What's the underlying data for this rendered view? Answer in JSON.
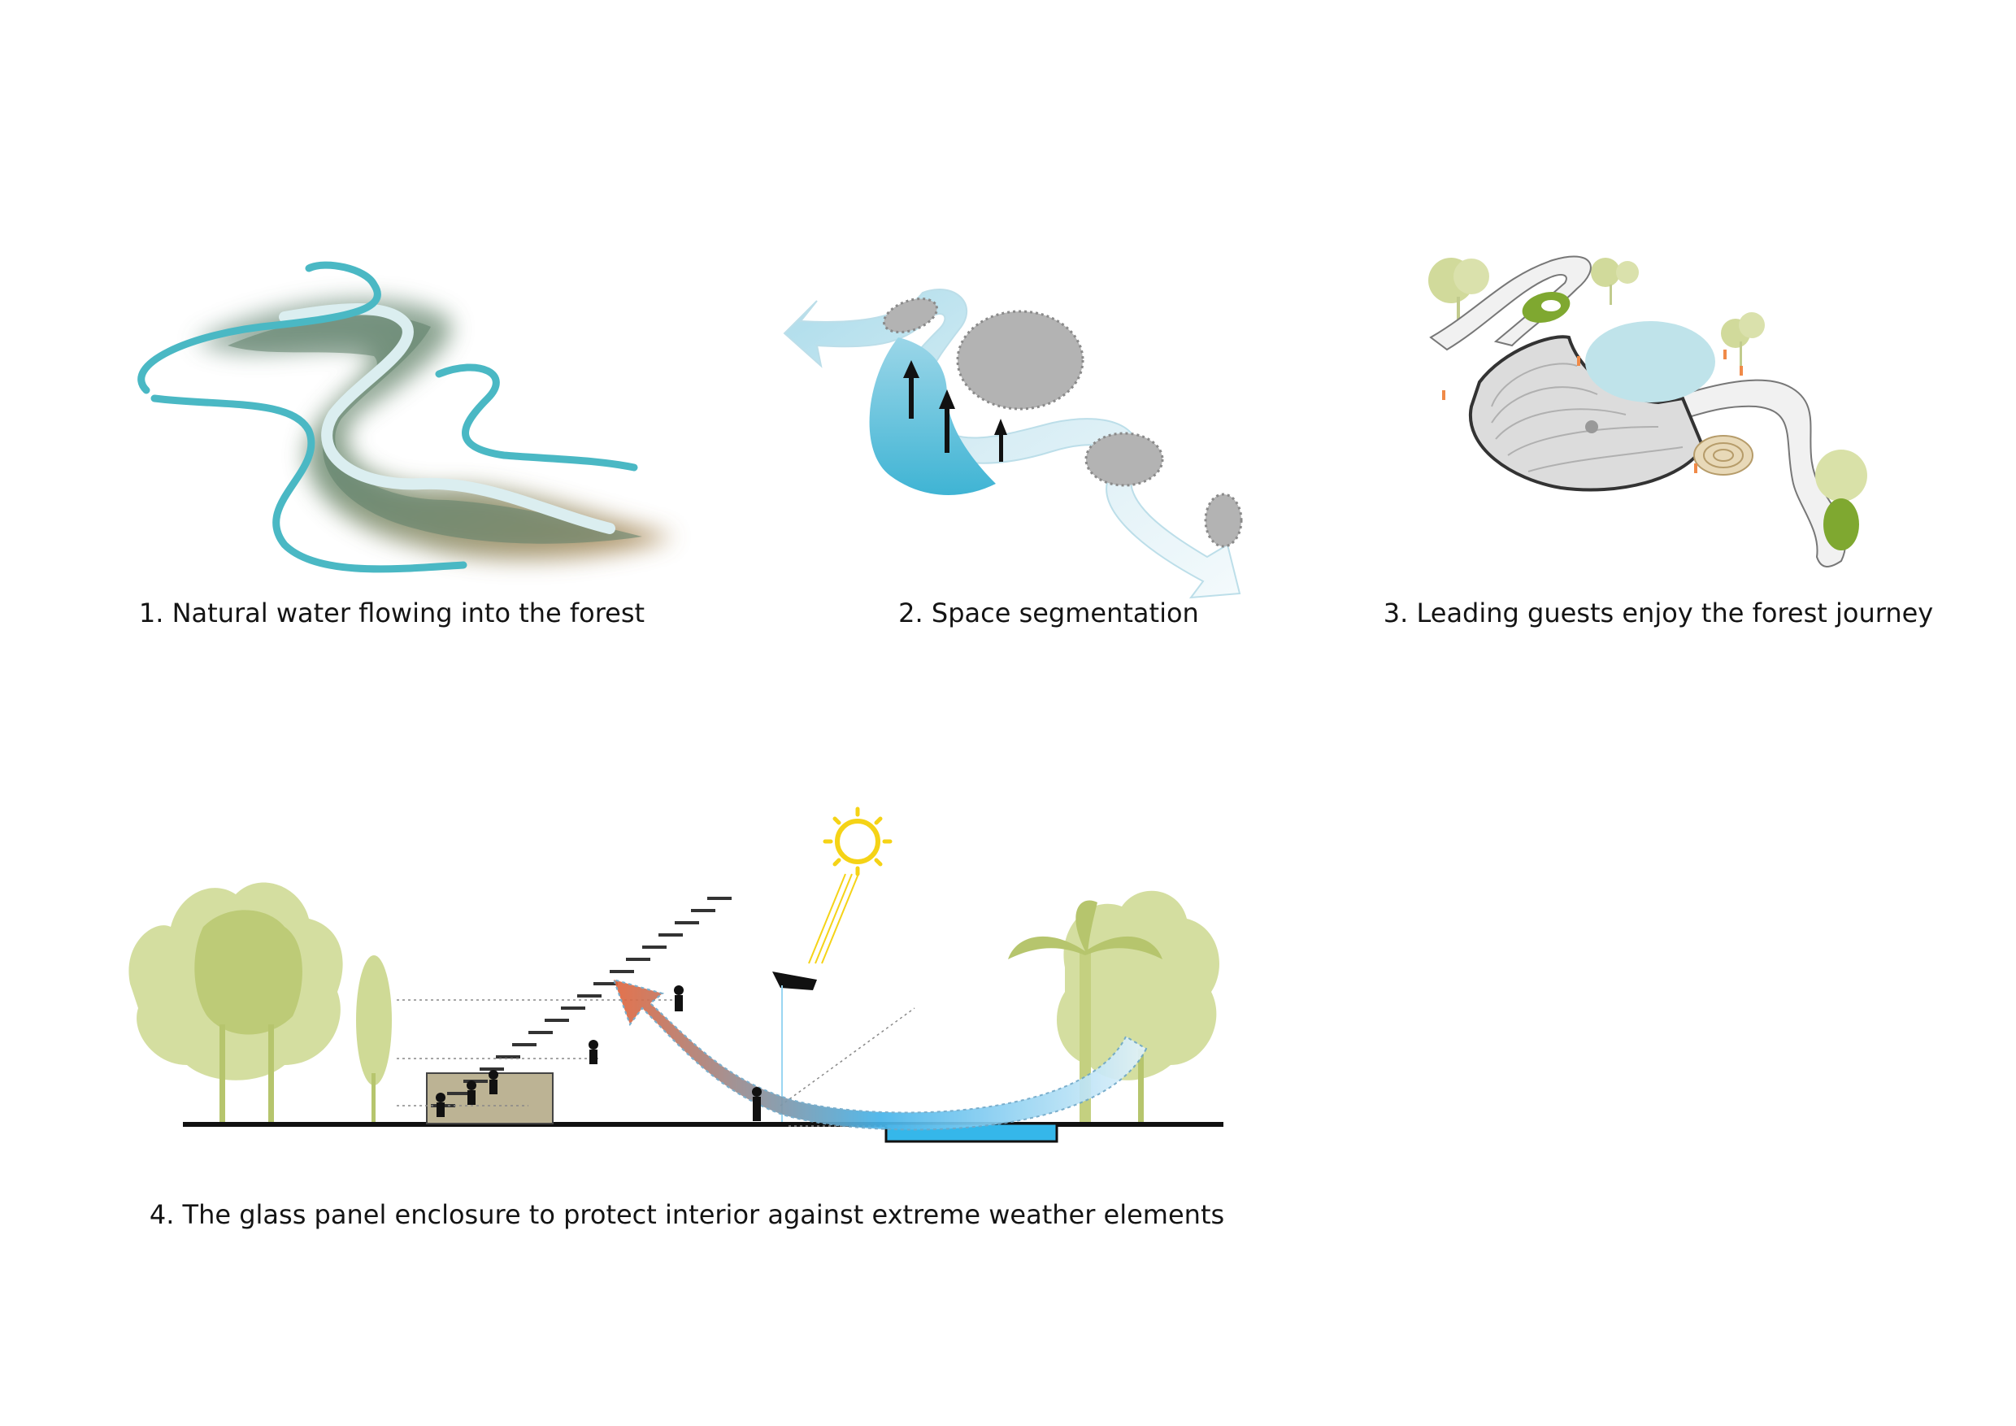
{
  "captions": {
    "c1": "1. Natural water flowing into the forest",
    "c2": "2. Space segmentation",
    "c3": "3. Leading guests enjoy the forest journey",
    "c4": "4. The glass panel enclosure to protect interior against extreme weather elements"
  },
  "colors": {
    "river_line": "#4ab8c4",
    "water_blue": "#5cc4de",
    "island_gray": "#b3b3b3",
    "tree_green": "#c9d48a",
    "accent_green": "#7fa830",
    "sun_yellow": "#f5d316",
    "warm_arrow": "#e2673e",
    "pool_blue": "#35b7ea"
  }
}
